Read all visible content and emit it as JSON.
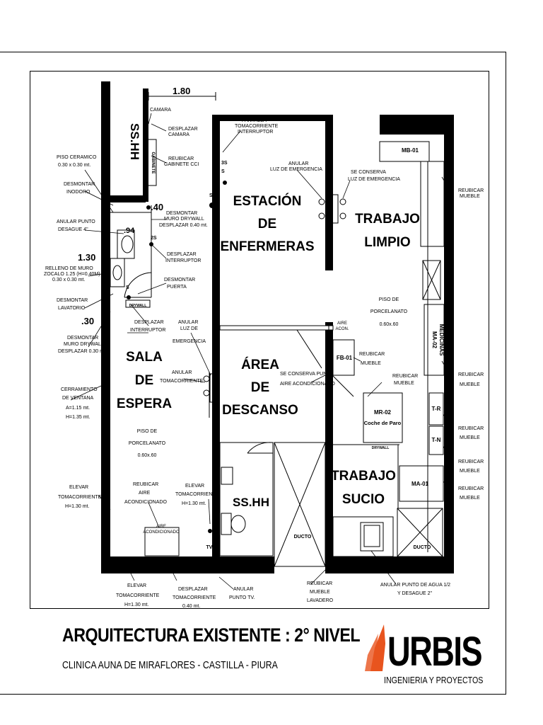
{
  "title": "ARQUITECTURA EXISTENTE : 2° NIVEL",
  "subtitle": "CLINICA AUNA DE MIRAFLORES - CASTILLA - PIURA",
  "logo": {
    "text": "URBIS",
    "tagline": "INGENIERIA Y PROYECTOS",
    "accent_color": "#e8541e"
  },
  "dimensions": {
    "d1": "1.80",
    "d2": ".40",
    "d3": ".94",
    "d4": "1.30",
    "d5": ".30"
  },
  "rooms": {
    "sshh_top": "SS.HH",
    "gabinete": "GABINETE",
    "estacion": [
      "ESTACIÓN",
      "DE",
      "ENFERMERAS"
    ],
    "trabajo_limpio": [
      "TRABAJO",
      "LIMPIO"
    ],
    "sala": [
      "SALA",
      "DE",
      "ESPERA"
    ],
    "area": [
      "ÁREA",
      "DE",
      "DESCANSO"
    ],
    "sshh_bottom": "SS.HH",
    "trabajo_sucio": [
      "TRABAJO",
      "SUCIO"
    ],
    "ducto1": "DUCTO",
    "ducto2": "DUCTO"
  },
  "floor_notes": {
    "sala": [
      "PISO DE",
      "PORCELANATO",
      "0.60x.60"
    ],
    "limpio": [
      "PISO DE",
      "PORCELANATO",
      "0.60x.60"
    ]
  },
  "furniture": {
    "mb01": "MB-01",
    "ma02": "MA-02",
    "medicinas": "MEDICINAS",
    "fb01": "FB-01",
    "mr02": "MR-02",
    "coche": "Coche de Paro",
    "tr": "T-R",
    "tn": "T-N",
    "ma01": "MA-01",
    "drywall1": "DRYWALL",
    "drywall2": "DRYWALL",
    "tv": "TV",
    "aire": [
      "AIRE",
      "ACONDICIONADO"
    ],
    "aire_acon": [
      "AIRE",
      "ACON."
    ]
  },
  "symbols": {
    "s": "S",
    "s2": "2S",
    "s3": "3S"
  },
  "annotations": {
    "camara": "CAMARA",
    "desplazar_camara": [
      "DESPLAZAR",
      "CAMARA"
    ],
    "reubicar_gabinete": [
      "REUBICAR",
      "GABINETE CCI"
    ],
    "pantalla": [
      "PANTALLA",
      "TOMACORRIENTE",
      "INTERRUPTOR"
    ],
    "anular_luz": [
      "ANULAR",
      "LUZ DE EMERGENCIA"
    ],
    "conserva_luz": [
      "SE CONSERVA",
      "LUZ DE EMERGENCIA"
    ],
    "reubicar_mueble1": [
      "REUBICAR",
      "MUEBLE"
    ],
    "piso_ceramico": [
      "PISO CERAMICO",
      "0.30 x 0.30 mt."
    ],
    "desmontar_inodoro": [
      "DESMONTAR",
      "INODORO"
    ],
    "anular_punto_desague": [
      "ANULAR PUNTO",
      "DESAGUE 4\""
    ],
    "desmontar_muro": [
      "DESMONTAR",
      "MURO DRYWALL",
      "DESPLAZAR 0.40 mt."
    ],
    "desplazar_interruptor1": [
      "DESPLAZAR",
      "INTERRUPTOR"
    ],
    "relleno_muro": [
      "RELLENO DE MURO",
      "ZOCALO 1.25 (H=0.40M)",
      "0.30 x 0.30 mt."
    ],
    "desmontar_puerta": [
      "DESMONTAR",
      "PUERTA"
    ],
    "desmontar_lavatorio": [
      "DESMONTAR",
      "LAVATORIO"
    ],
    "desplazar_interruptor2": [
      "DESPLAZAR",
      "INTERRUPTOR"
    ],
    "anular_luz2": [
      "ANULAR",
      "LUZ DE",
      "EMERGENCIA"
    ],
    "desmontar_muro2": [
      "DESMONTAR",
      "MURO DRYWALL",
      "DESPLAZAR 0.30 mt."
    ],
    "anular_toma": [
      "ANULAR",
      "TOMACORRIENTE"
    ],
    "conserva_aire": [
      "SE CONSERVA PUNTO",
      "AIRE ACONDICIONADO"
    ],
    "reubicar_mueble2": [
      "REUBICAR",
      "MUEBLE"
    ],
    "reubicar_mueble3": [
      "REUBICAR",
      "MUEBLE"
    ],
    "reubicar_mueble4": [
      "REUBICAR",
      "MUEBLE"
    ],
    "cerramiento": [
      "CERRAMIENTO",
      "DE VENTANA",
      "A=1.15 mt.",
      "H=1.35 mt."
    ],
    "reubicar_mueble5": [
      "REUBICAR",
      "MUEBLE"
    ],
    "reubicar_mueble6": [
      "REUBICAR",
      "MUEBLE"
    ],
    "reubicar_mueble7": [
      "REUBICAR",
      "MUEBLE"
    ],
    "elevar_toma1": [
      "ELEVAR",
      "TOMACORRIENTE",
      "H=1.30 mt."
    ],
    "reubicar_aire": [
      "REUBICAR",
      "AIRE",
      "ACONDICIONADO"
    ],
    "elevar_toma2": [
      "ELEVAR",
      "TOMACORRIENTE",
      "H=1.30 mt."
    ],
    "elevar_toma3": [
      "ELEVAR",
      "TOMACORRIENTE",
      "H=1.30 mt."
    ],
    "desplazar_toma": [
      "DESPLAZAR",
      "TOMACORRIENTE",
      "0.40 mt."
    ],
    "anular_punto_tv": [
      "ANULAR",
      "PUNTO TV."
    ],
    "reubicar_lavadero": [
      "REUBICAR",
      "MUEBLE",
      "LAVADERO"
    ],
    "anular_agua": [
      "ANULAR PUNTO DE AGUA 1/2",
      "Y DESAGUE 2\""
    ]
  }
}
